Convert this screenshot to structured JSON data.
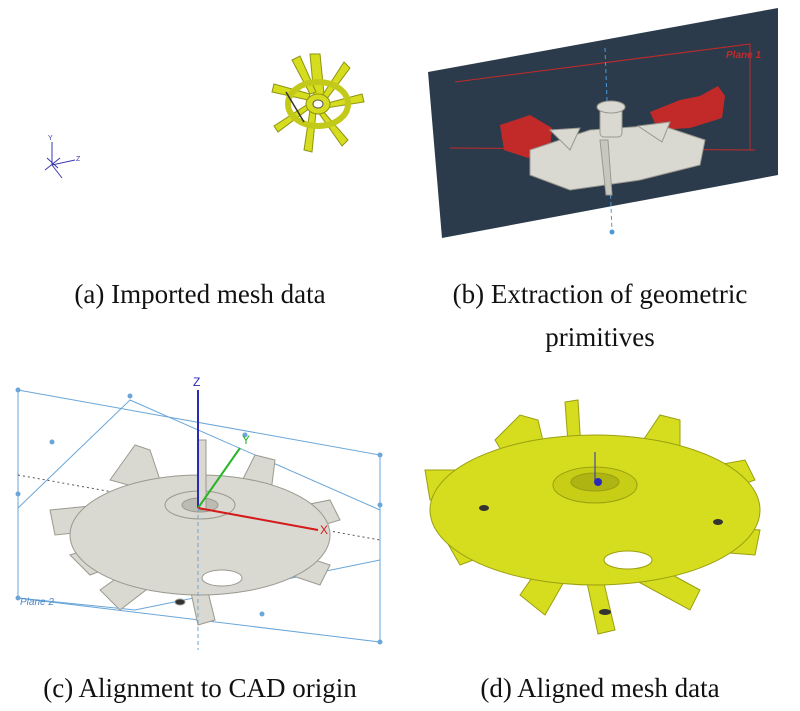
{
  "figure": {
    "panels": [
      {
        "id": "a",
        "caption": "(a)  Imported mesh data"
      },
      {
        "id": "b",
        "caption_line1": "(b)  Extraction of geometric",
        "caption_line2": "primitives",
        "plane_label": "Plane 1"
      },
      {
        "id": "c",
        "caption": "(c)  Alignment to CAD origin",
        "plane_label": "Plane 2",
        "axis_x": "X",
        "axis_y": "Y",
        "axis_z": "Z"
      },
      {
        "id": "d",
        "caption": "(d)  Aligned mesh data"
      }
    ]
  },
  "colors": {
    "mesh_yellow": "#d6dc1e",
    "mesh_yellow_dark": "#9aa010",
    "mesh_gray": "#d9d8d1",
    "plane_dark": "#2b3b4b",
    "primitive_red": "#c22a2a",
    "axis_blue": "#2a2ab8",
    "axis_green": "#2ab52a",
    "axis_red": "#d41a1a",
    "plane_line": "#6aa6d8"
  }
}
